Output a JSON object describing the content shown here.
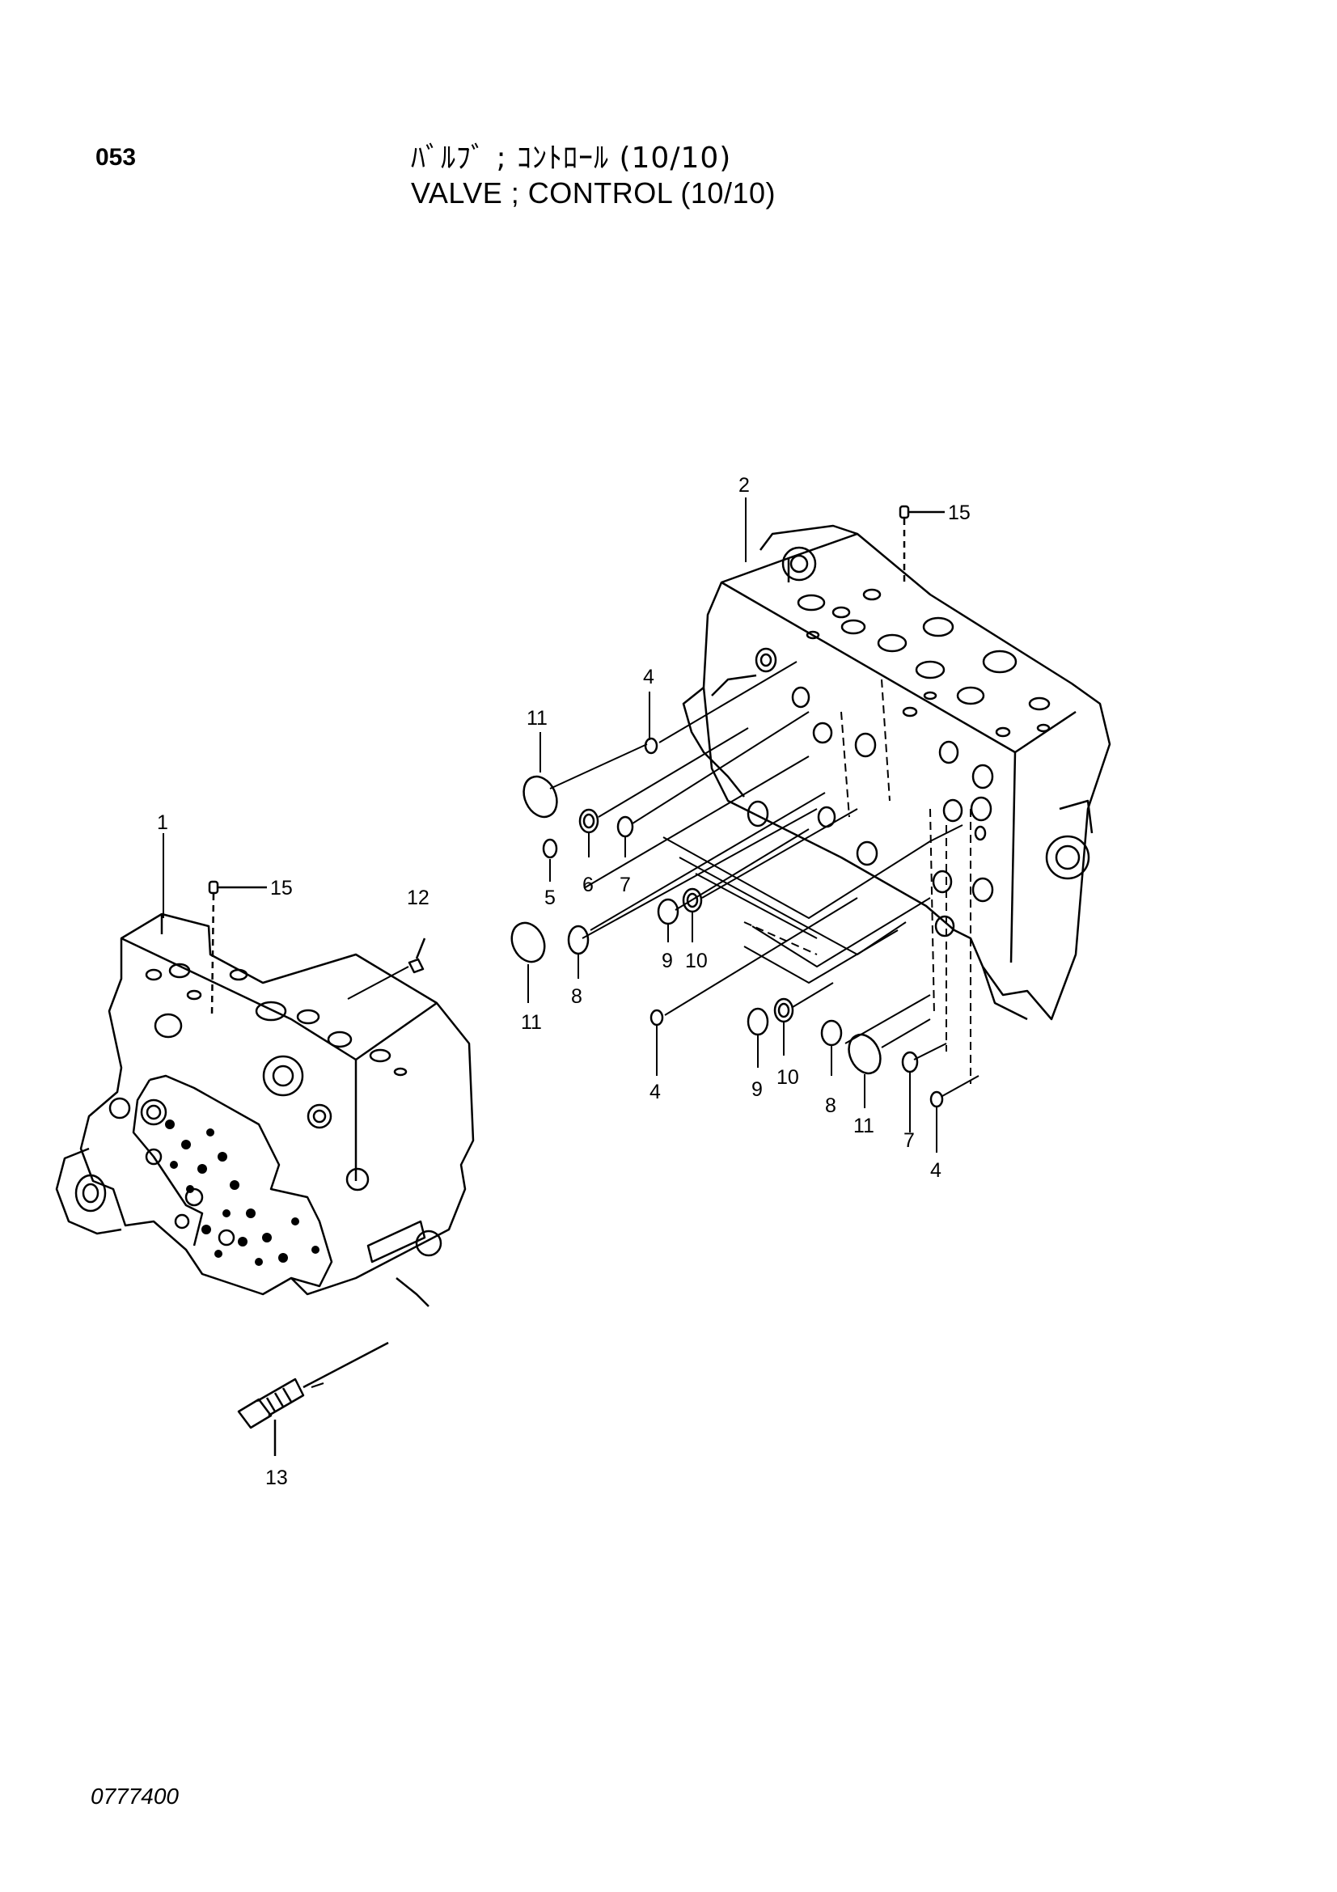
{
  "header": {
    "page_number": "053",
    "title_jp": "ﾊﾞﾙﾌﾞ ; ｺﾝﾄﾛｰﾙ (10/10)",
    "title_en": "VALVE ; CONTROL (10/10)"
  },
  "footer": {
    "doc_code": "0777400"
  },
  "callouts": {
    "c1": "1",
    "c2": "2",
    "c15a": "15",
    "c15b": "15",
    "c12": "12",
    "c13": "13",
    "c4a": "4",
    "c4b": "4",
    "c4c": "4",
    "c11a": "11",
    "c11b": "11",
    "c11c": "11",
    "c5": "5",
    "c6": "6",
    "c7a": "7",
    "c7b": "7",
    "c8a": "8",
    "c8b": "8",
    "c9a": "9",
    "c9b": "9",
    "c10a": "10",
    "c10b": "10"
  }
}
